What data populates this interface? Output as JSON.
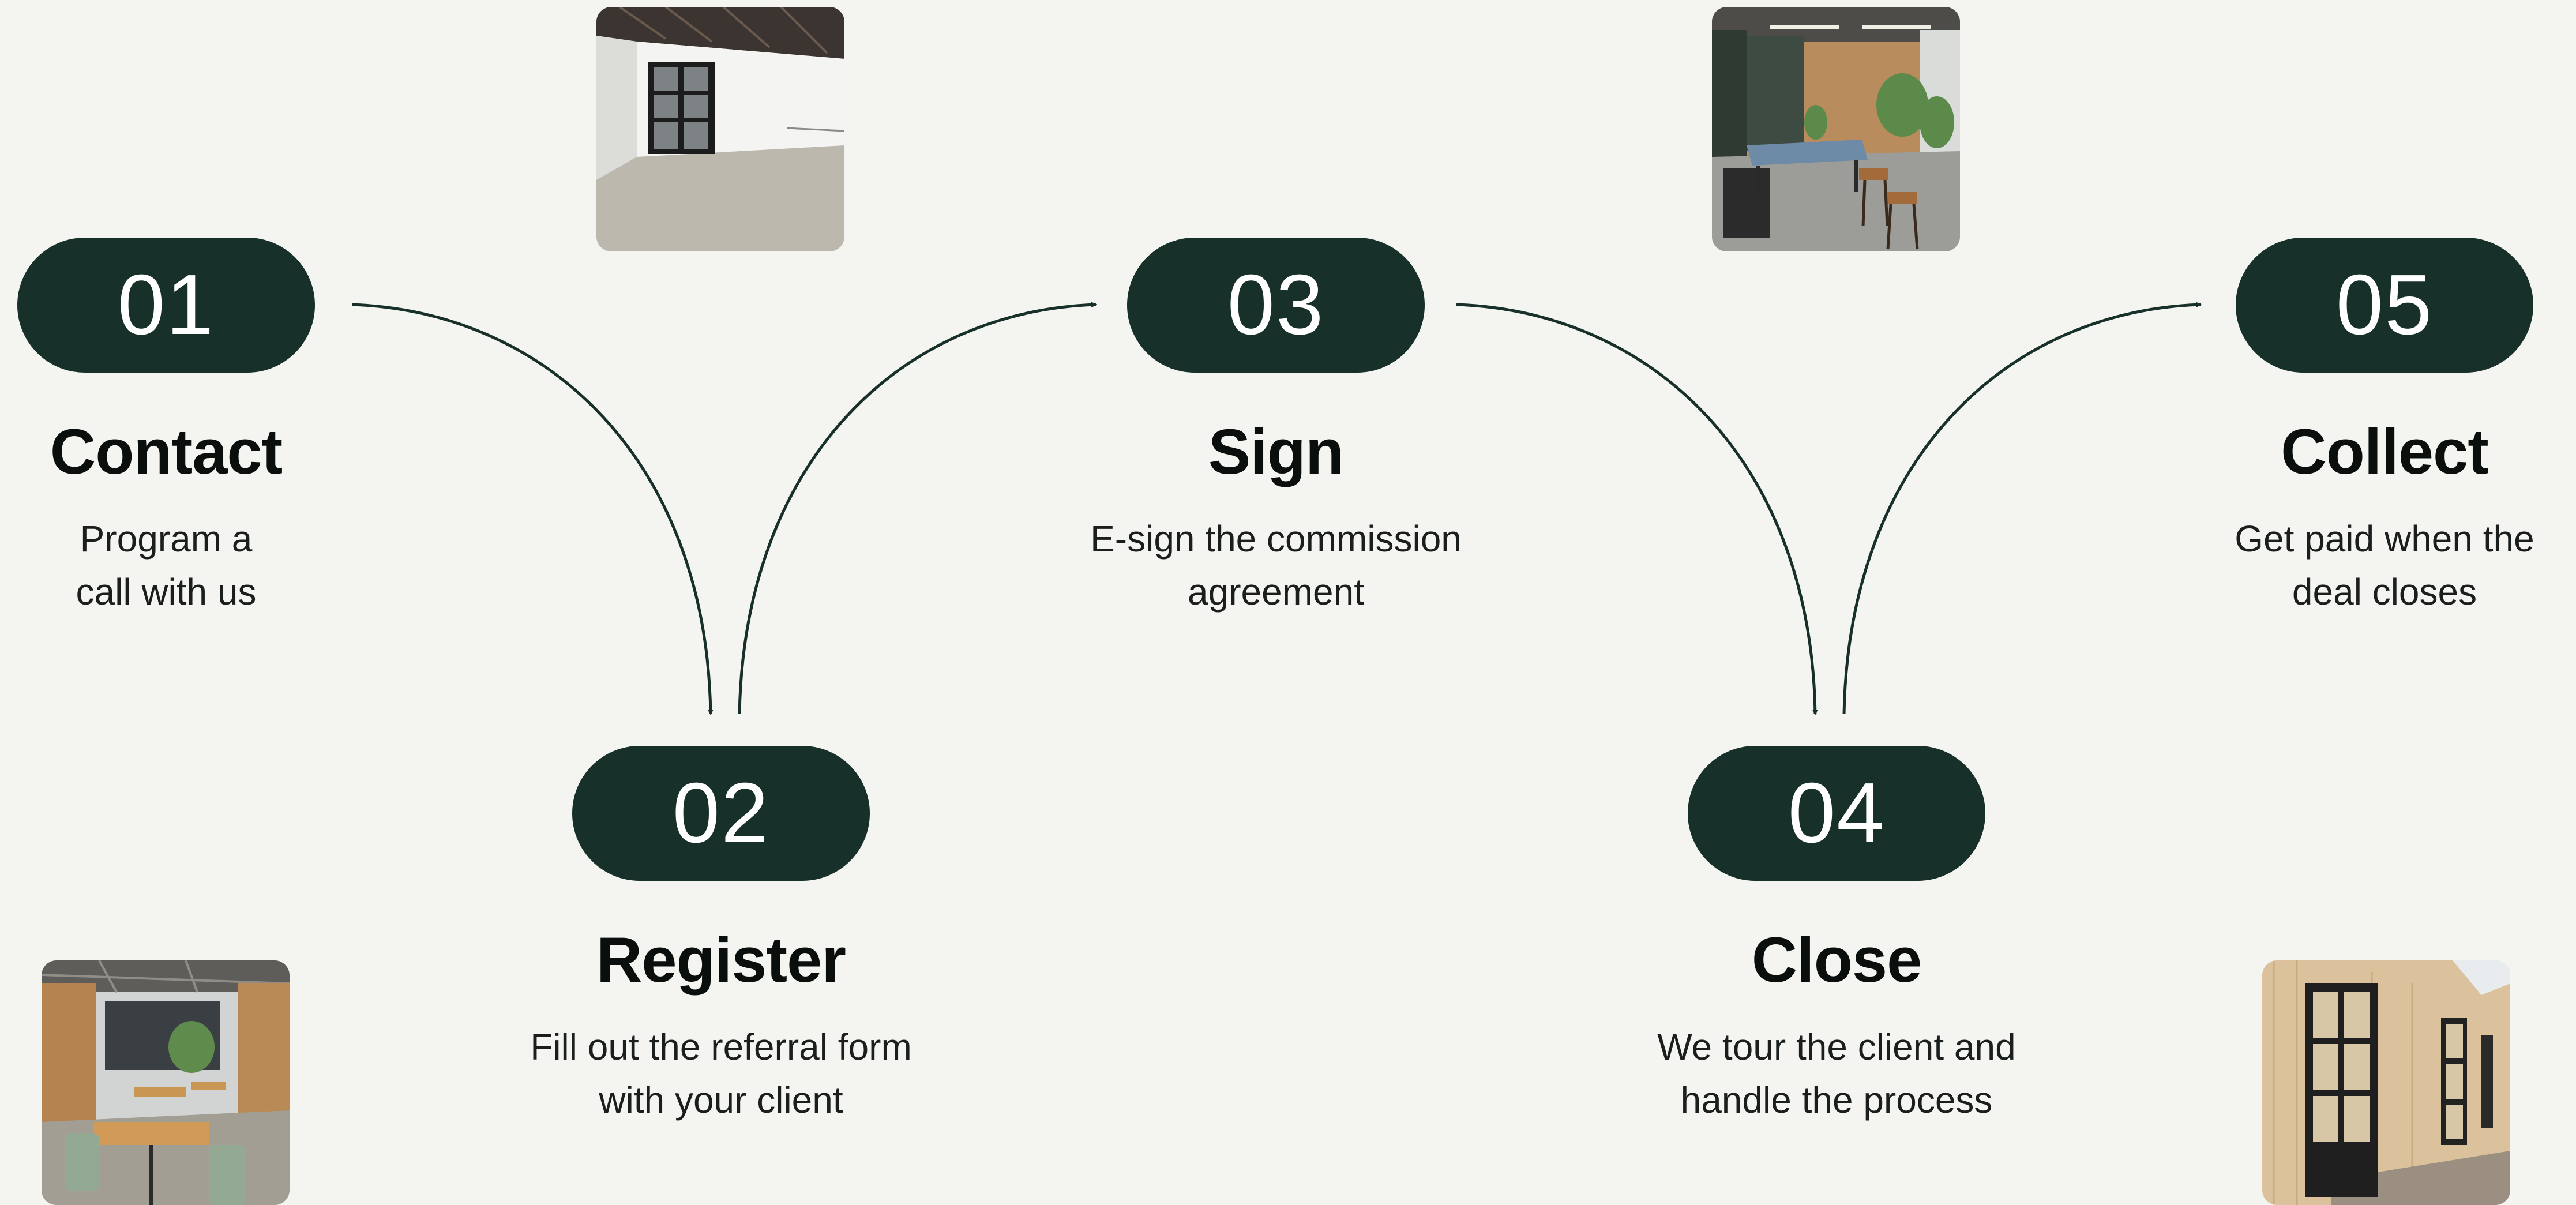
{
  "steps": [
    {
      "num": "01",
      "title": "Contact",
      "desc_line1": "Program a",
      "desc_line2": "call with us"
    },
    {
      "num": "02",
      "title": "Register",
      "desc_line1": "Fill out the referral form",
      "desc_line2": "with your client"
    },
    {
      "num": "03",
      "title": "Sign",
      "desc_line1": "E-sign the commission",
      "desc_line2": "agreement"
    },
    {
      "num": "04",
      "title": "Close",
      "desc_line1": "We tour the client and",
      "desc_line2": "handle the process"
    },
    {
      "num": "05",
      "title": "Collect",
      "desc_line1": "Get paid when the",
      "desc_line2": "deal closes"
    }
  ],
  "colors": {
    "pill": "#17302a",
    "background": "#f4f4f0",
    "arrow": "#17302a"
  }
}
